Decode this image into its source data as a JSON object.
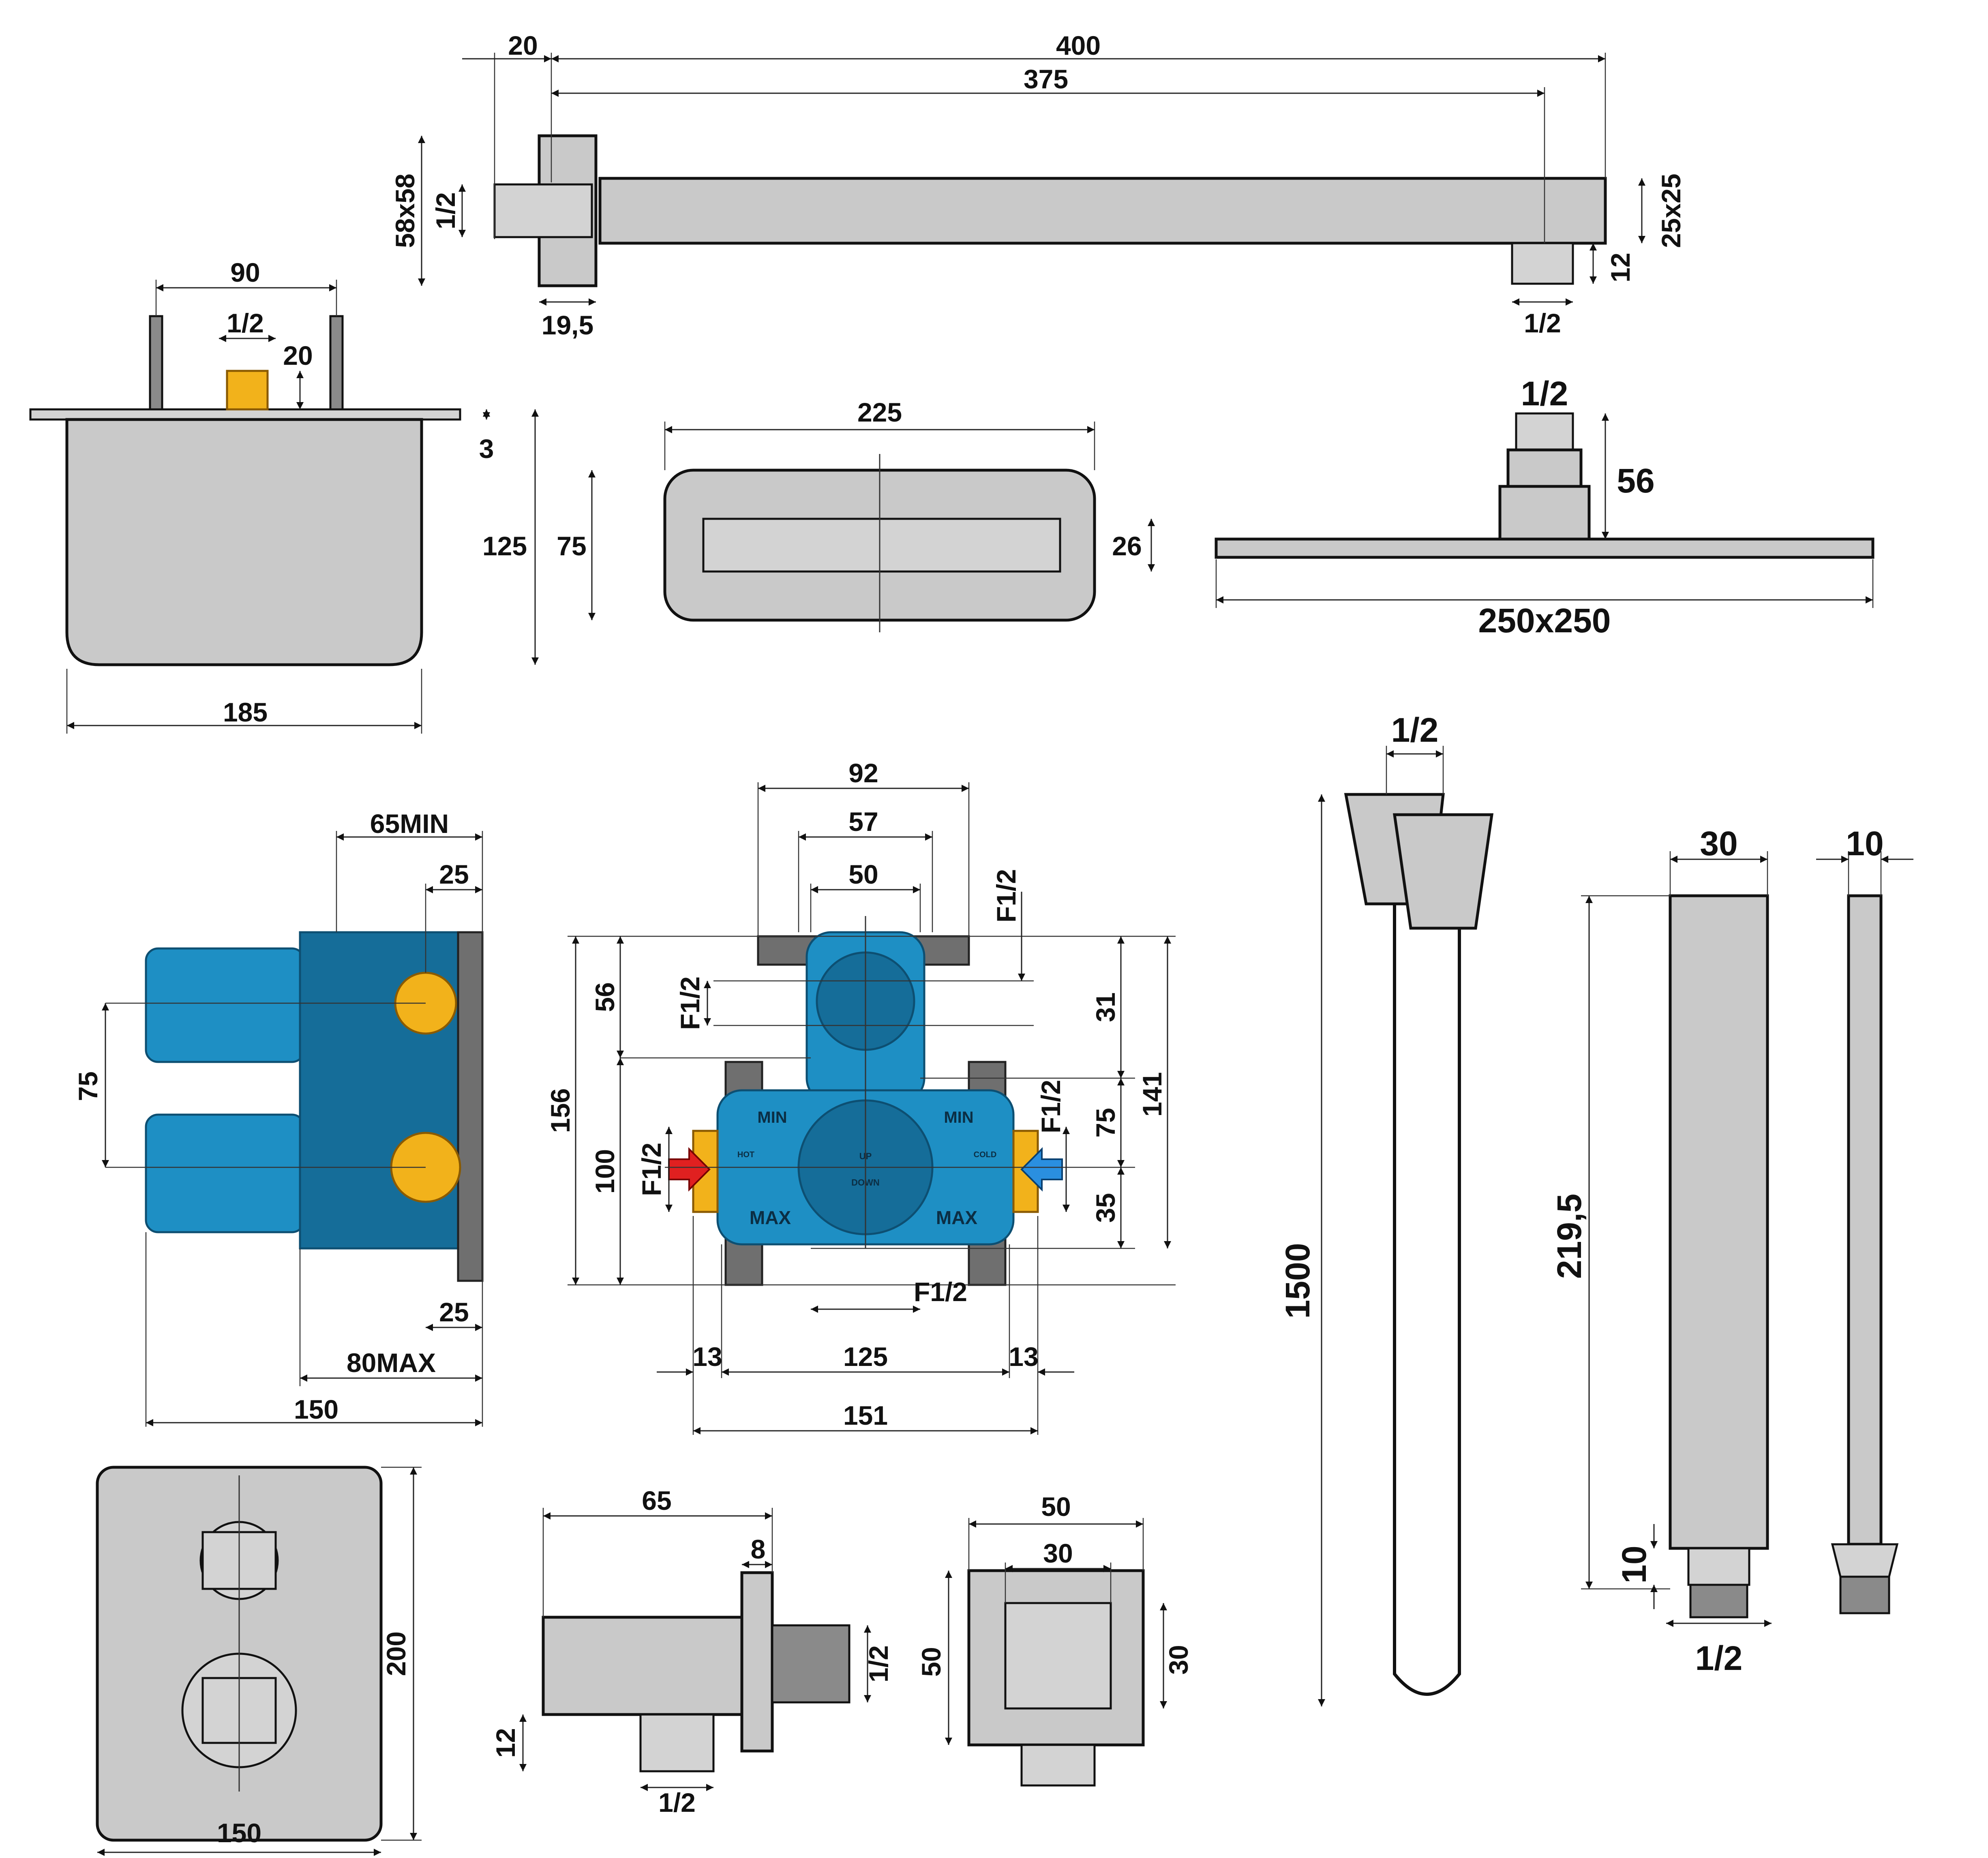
{
  "drawing": {
    "shower_arm": {
      "length_total": "400",
      "length_tube": "375",
      "wall_offset": "20",
      "flange": "58x58",
      "inlet_thread": "1/2",
      "flange_depth": "19,5",
      "tube_section": "25x25",
      "outlet_height": "12",
      "outlet_thread": "1/2"
    },
    "mixer_box": {
      "pin_spacing": "90",
      "thread": "1/2",
      "thread_height": "20",
      "flange_thickness": "3",
      "depth": "125",
      "width": "185"
    },
    "waterfall_spout": {
      "width": "225",
      "height": "75",
      "outlet_height": "26"
    },
    "rain_head": {
      "thread": "1/2",
      "height": "56",
      "size": "250x250"
    },
    "valve_side": {
      "min_depth": "65MIN",
      "top_offset": "25",
      "bottom_offset": "25",
      "outlet_spacing": "75",
      "max_depth": "80MAX",
      "total": "150"
    },
    "valve_front": {
      "w92": "92",
      "w57": "57",
      "w50": "50",
      "top_thread": "F1/2",
      "left_top_thread": "F1/2",
      "left_inlet": "F1/2",
      "right_inlet": "F1/2",
      "bottom_thread": "F1/2",
      "h31": "31",
      "h75": "75",
      "h35": "35",
      "h141": "141",
      "h56": "56",
      "h100": "100",
      "h156": "156",
      "w13_left": "13",
      "w125": "125",
      "w13_right": "13",
      "w151": "151",
      "label_min_left": "MIN",
      "label_min_right": "MIN",
      "label_max_left": "MAX",
      "label_max_right": "MAX",
      "label_up": "UP",
      "label_down": "DOWN",
      "label_hot": "HOT",
      "label_cold": "COLD"
    },
    "trim_plate": {
      "height": "200",
      "width": "150"
    },
    "wall_elbow_side": {
      "length": "65",
      "flange": "8",
      "thread": "1/2",
      "outlet_height": "12",
      "outlet_thread": "1/2"
    },
    "wall_elbow_front": {
      "outer": "50",
      "inner": "30",
      "height": "50",
      "inner_height": "30"
    },
    "hose": {
      "thread": "1/2",
      "length": "1500"
    },
    "hand_shower": {
      "width": "30",
      "thickness": "10",
      "length": "219,5",
      "connector": "10",
      "thread": "1/2"
    }
  }
}
